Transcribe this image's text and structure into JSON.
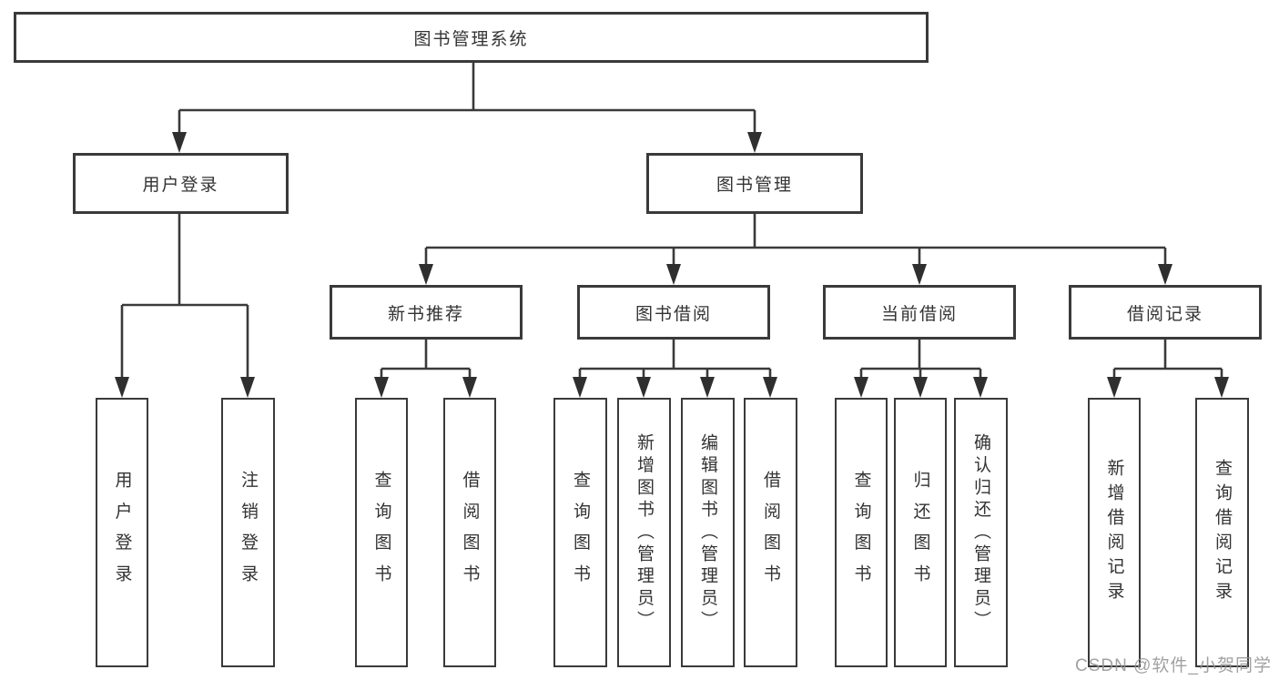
{
  "diagram": {
    "root": {
      "label": "图书管理系统"
    },
    "user_login_branch": {
      "label": "用户登录",
      "leaves": [
        {
          "label": "用户登录"
        },
        {
          "label": "注销登录"
        }
      ]
    },
    "book_management_branch": {
      "label": "图书管理",
      "children": [
        {
          "label": "新书推荐",
          "leaves": [
            {
              "label": "查询图书"
            },
            {
              "label": "借阅图书"
            }
          ]
        },
        {
          "label": "图书借阅",
          "leaves": [
            {
              "label": "查询图书"
            },
            {
              "label": "新增图书（管理员）"
            },
            {
              "label": "编辑图书（管理员）"
            },
            {
              "label": "借阅图书"
            }
          ]
        },
        {
          "label": "当前借阅",
          "leaves": [
            {
              "label": "查询图书"
            },
            {
              "label": "归还图书"
            },
            {
              "label": "确认归还（管理员）"
            }
          ]
        },
        {
          "label": "借阅记录",
          "leaves": [
            {
              "label": "新增借阅记录"
            },
            {
              "label": "查询借阅记录"
            }
          ]
        }
      ]
    },
    "watermark": "CSDN @软件_小贺同学",
    "colors": {
      "line": "#3a3a3a",
      "text": "#333333",
      "box_fill": "#ffffff",
      "watermark": "#949494",
      "background": "#ffffff"
    }
  }
}
